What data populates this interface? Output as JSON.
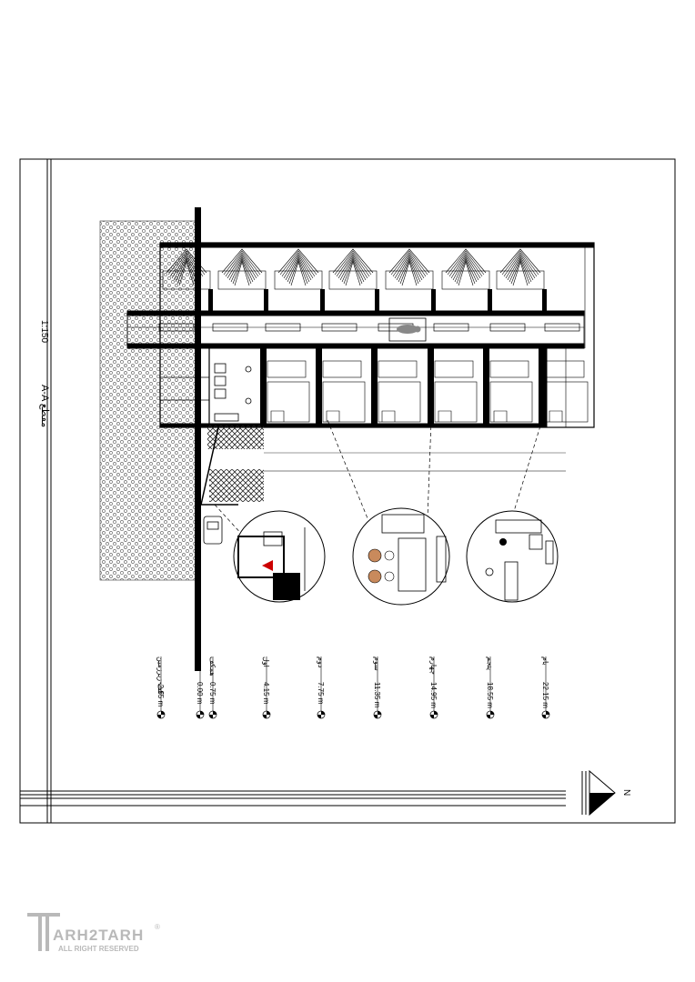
{
  "sheet": {
    "title": "A-A مقطع",
    "scale": "1:150",
    "north": "N"
  },
  "levels": [
    {
      "name": "کف زیرزمین",
      "value": "-2.65 m"
    },
    {
      "name": "",
      "value": "0.00 m"
    },
    {
      "name": "همکف",
      "value": "0.75 m"
    },
    {
      "name": "اول",
      "value": "4.15 m"
    },
    {
      "name": "دوم",
      "value": "7.75 m"
    },
    {
      "name": "سوم",
      "value": "11.35 m"
    },
    {
      "name": "چهارم",
      "value": "14.95 m"
    },
    {
      "name": "پنجم",
      "value": "18.55 m"
    },
    {
      "name": "بام",
      "value": "22.15 m"
    }
  ],
  "watermark": {
    "brand": "ARH2TARH",
    "tagline": "ALL RIGHT RESERVED",
    "mark": "®"
  },
  "colors": {
    "line": "#000000",
    "hatch": "#555555",
    "paper": "#ffffff",
    "logo": "#b9b9b9"
  }
}
